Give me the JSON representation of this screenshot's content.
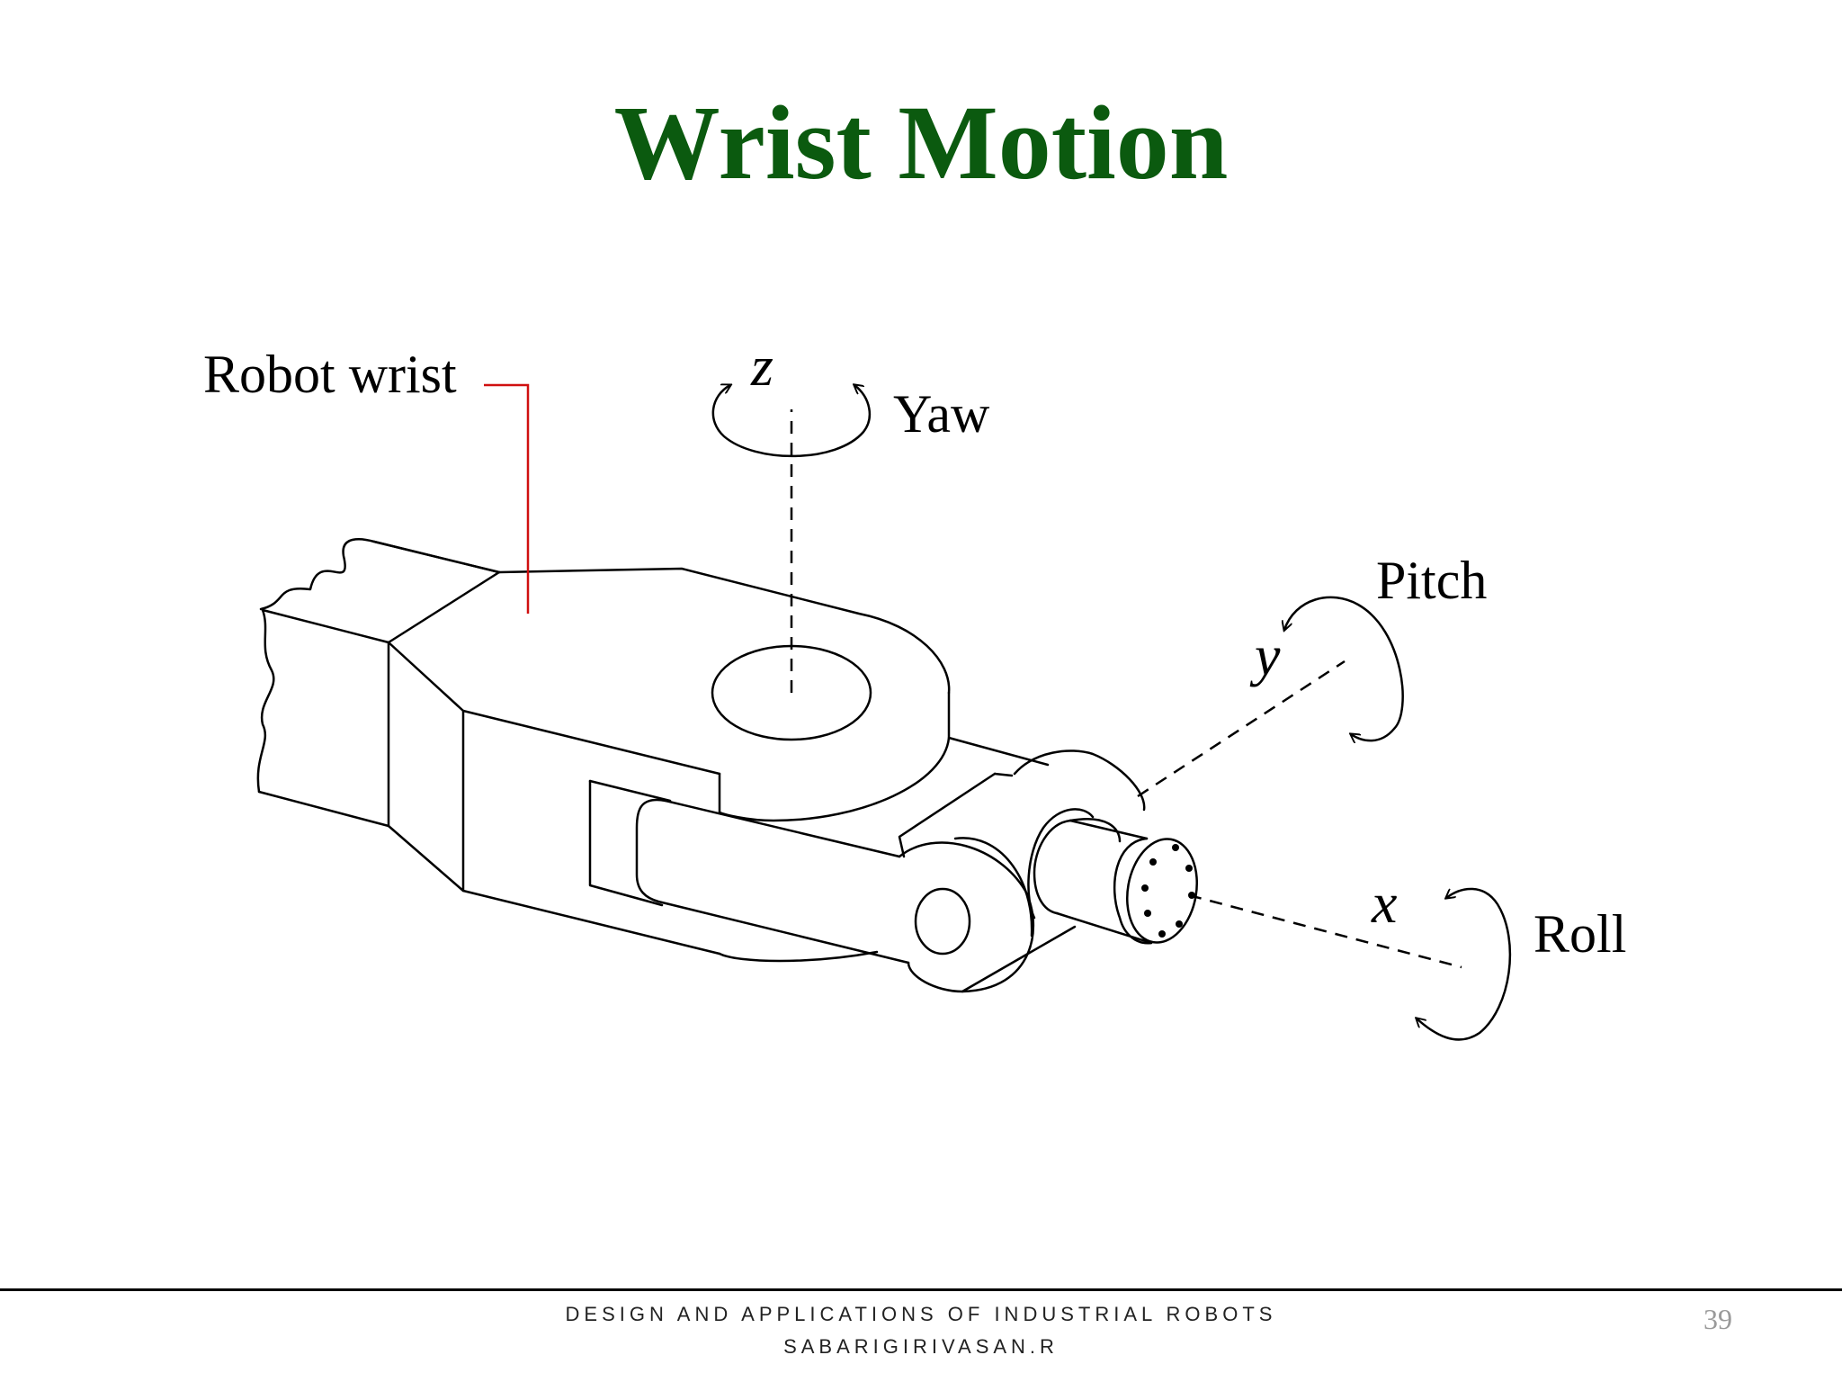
{
  "title": "Wrist Motion",
  "labels": {
    "robot_wrist": "Robot wrist",
    "yaw": "Yaw",
    "pitch": "Pitch",
    "roll": "Roll"
  },
  "axes": {
    "z": "z",
    "y": "y",
    "x": "x"
  },
  "colors": {
    "title": "#0b5a0f",
    "leader_line": "#d01010"
  },
  "footer": {
    "course": "DESIGN AND APPLICATIONS OF INDUSTRIAL ROBOTS",
    "author": "SABARIGIRIVASAN.R",
    "page_number": "39"
  }
}
